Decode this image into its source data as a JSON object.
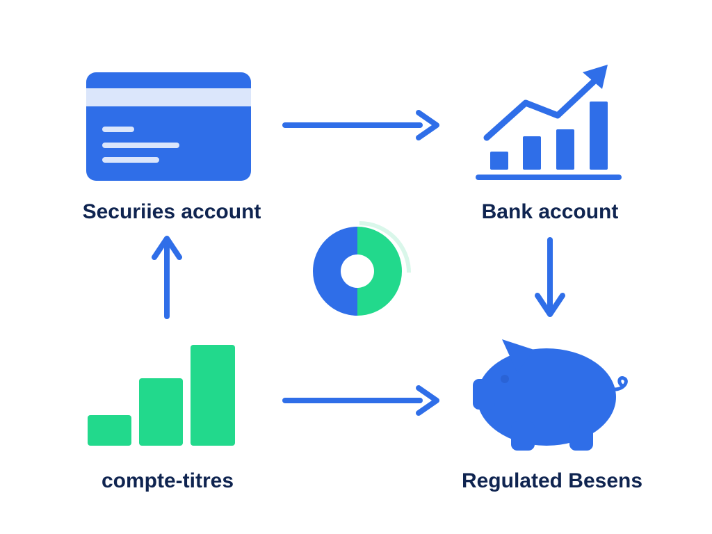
{
  "colors": {
    "blue": "#2f6ee8",
    "green": "#22d98c",
    "light_green": "#d9f7ea",
    "pale_stripe": "#dbe6fb",
    "text": "#0f2450"
  },
  "nodes": {
    "securities": {
      "label": "Securiies account",
      "icon": "credit-card-icon"
    },
    "bank": {
      "label": "Bank account",
      "icon": "growth-chart-icon"
    },
    "compte": {
      "label": "compte-titres",
      "icon": "bar-chart-icon"
    },
    "regulated": {
      "label": "Regulated Besens",
      "icon": "piggy-bank-icon"
    },
    "center": {
      "icon": "donut-chart-icon"
    }
  },
  "edges": [
    {
      "from": "securities",
      "to": "bank"
    },
    {
      "from": "bank",
      "to": "regulated"
    },
    {
      "from": "compte",
      "to": "regulated"
    },
    {
      "from": "compte",
      "to": "securities"
    }
  ],
  "donut": {
    "share_blue": 0.5,
    "share_green": 0.5
  }
}
